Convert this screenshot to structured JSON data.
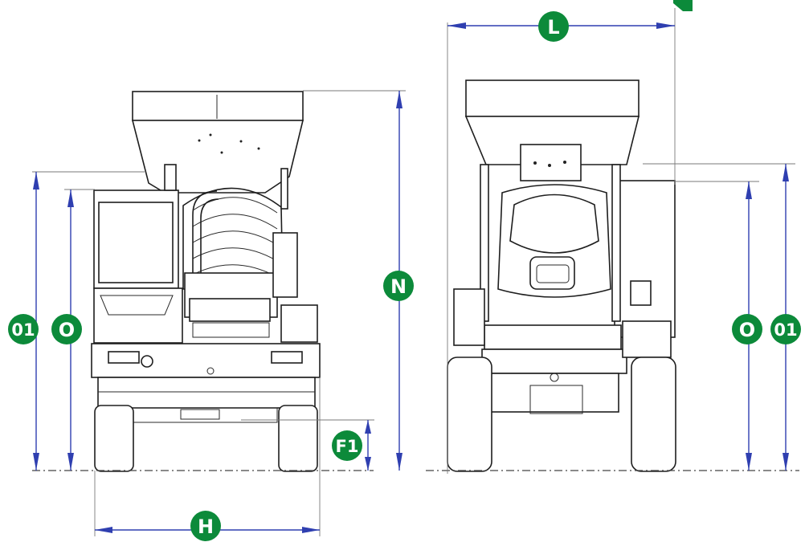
{
  "colors": {
    "dimension_line": "#2f3fb0",
    "badge": "#0c8a3a",
    "badge_text": "#ffffff",
    "outline": "#1e1e1e"
  },
  "labels": {
    "L": "L",
    "N": "N",
    "O1_left": "01",
    "O_left": "O",
    "O_right": "O",
    "O1_right": "01",
    "F1": "F1",
    "H": "H"
  }
}
